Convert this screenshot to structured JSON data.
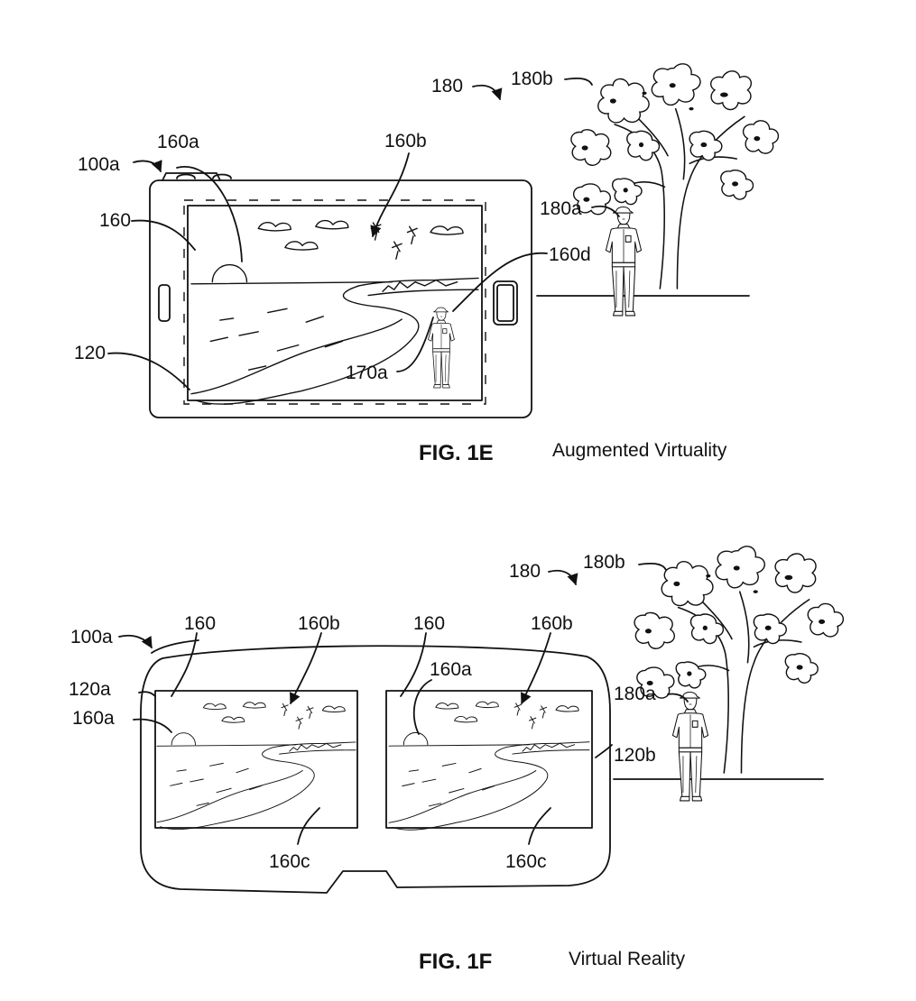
{
  "figures": [
    {
      "caption": "FIG. 1E",
      "subtitle": "Augmented Virtuality",
      "labels": {
        "device": "100a",
        "display": "120",
        "virtual_scene": "160",
        "sun": "160a",
        "birds": "160b",
        "shore": "160d",
        "virtual_person": "170a",
        "environment": "180",
        "person": "180a",
        "tree": "180b"
      }
    },
    {
      "caption": "FIG. 1F",
      "subtitle": "Virtual Reality",
      "labels": {
        "device": "100a",
        "display_left": "120a",
        "display_right": "120b",
        "scene_left": "160",
        "scene_right": "160",
        "birds_left": "160b",
        "birds_right": "160b",
        "sun_left": "160a",
        "sun_right": "160a",
        "ground_left": "160c",
        "ground_right": "160c",
        "environment": "180",
        "person": "180a",
        "tree": "180b"
      }
    }
  ]
}
